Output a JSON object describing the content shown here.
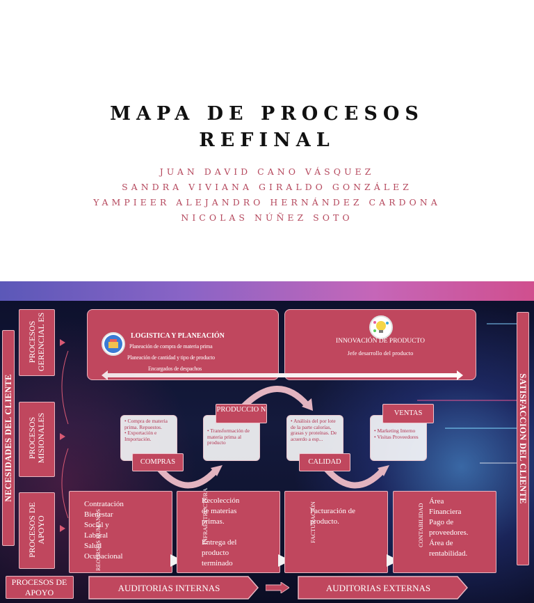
{
  "title_slide": {
    "title_line1": "MAPA DE PROCESOS",
    "title_line2": "REFINAL",
    "authors": [
      "JUAN DAVID CANO VÁSQUEZ",
      "SANDRA VIVIANA GIRALDO GONZÁLEZ",
      "YAMPIEER ALEJANDRO HERNÁNDEZ CARDONA",
      "NICOLAS NÚÑEZ SOTO"
    ]
  },
  "diagram": {
    "left_label": "NECESIDADES DEL CLIENTE",
    "right_label": "SATISFACCION DEL CLIENTE",
    "row_labels": {
      "gerenciales": "PROCESOS GERENCIAL ES",
      "misionales": "PROCESOS MISIONALES",
      "apoyo": "PROCESOS DE APOYO"
    },
    "gerenciales": {
      "logistica_title": "LOGISTICA Y PLANEACIÓN",
      "logistica_lines": [
        "Planeación de compra de materia prima",
        "Planeación de cantidad y tipo de producto",
        "Encargados de despachos"
      ],
      "innovacion_title": "INNOVACIÓN DE PRODUCTO",
      "innovacion_line": "Jefe desarrollo del producto"
    },
    "misionales": {
      "compras": {
        "label": "COMPRAS",
        "items": [
          "Compra de materia prima. Repuestos.",
          "Exportación e Importación."
        ]
      },
      "produccion": {
        "label": "PRODUCCIO N",
        "items": [
          "Transformación de materia prima al producto"
        ]
      },
      "calidad": {
        "label": "CALIDAD",
        "items": [
          "Análisis del por lote de la parte calorías, grasas y proteínas. De acuerdo a esp..."
        ]
      },
      "ventas": {
        "label": "VENTAS",
        "items": [
          "Marketing Interno",
          "Visitas Proveedores"
        ]
      }
    },
    "apoyo": {
      "rrhh": {
        "side_label": "RECURSOS HUMANOS",
        "lines": [
          "Contratación",
          "Bienestar",
          "Social y",
          "Laboral",
          "Salud",
          "Ocupacional"
        ]
      },
      "infra": {
        "side_label": "INFRAESTRUCTURA",
        "lines": [
          "Recolección",
          "de materias",
          "primas.",
          "",
          "Entrega del",
          "producto",
          "terminado"
        ]
      },
      "facturacion": {
        "side_label": "FACTURACIÓN",
        "lines": [
          "Facturación de",
          "producto."
        ]
      },
      "contabilidad": {
        "side_label": "CONTABILIDAD",
        "lines": [
          "Área",
          "Financiera",
          "Pago de",
          "proveedores.",
          "Área de",
          "rentabilidad."
        ]
      }
    },
    "bottom": {
      "apoyo_tag": "PROCESOS DE APOYO",
      "internas": "AUDITORIAS INTERNAS",
      "externas": "AUDITORIAS EXTERNAS"
    },
    "colors": {
      "box": "#c0475e",
      "box_border": "#e8b7c2",
      "author_text": "#b5485d"
    }
  }
}
